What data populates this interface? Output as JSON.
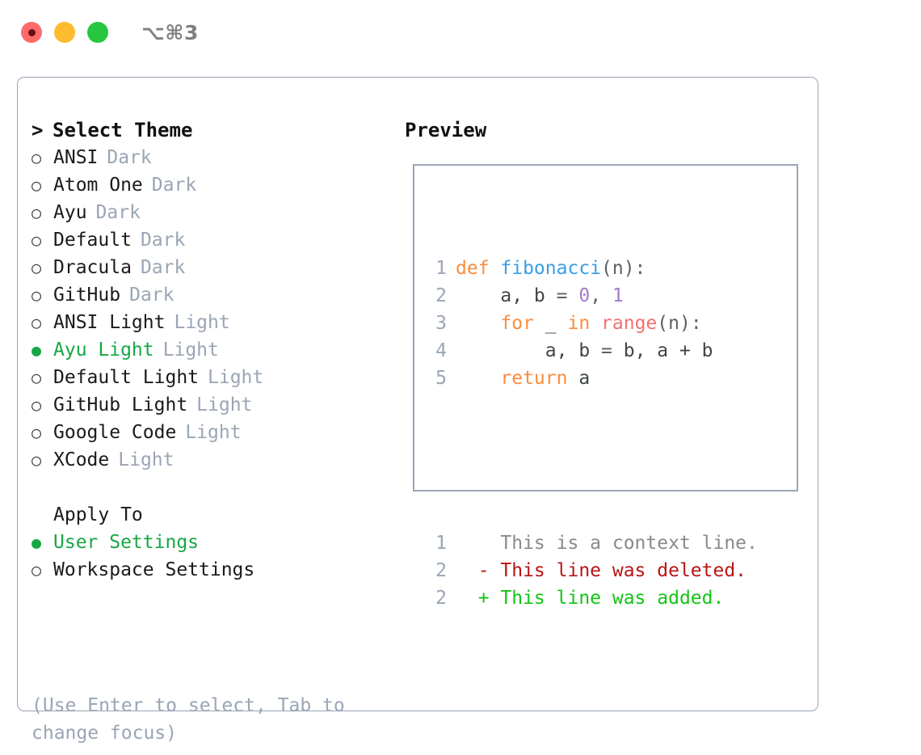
{
  "titlebar": {
    "shortcut": "⌥⌘3",
    "lights": [
      "close-light",
      "minimize-light",
      "maximize-light"
    ]
  },
  "left": {
    "section_title": "Select Theme",
    "caret": ">",
    "themes": [
      {
        "name": "ANSI",
        "tag": "Dark",
        "selected": false
      },
      {
        "name": "Atom One",
        "tag": "Dark",
        "selected": false
      },
      {
        "name": "Ayu",
        "tag": "Dark",
        "selected": false
      },
      {
        "name": "Default",
        "tag": "Dark",
        "selected": false
      },
      {
        "name": "Dracula",
        "tag": "Dark",
        "selected": false
      },
      {
        "name": "GitHub",
        "tag": "Dark",
        "selected": false
      },
      {
        "name": "ANSI Light",
        "tag": "Light",
        "selected": false
      },
      {
        "name": "Ayu Light",
        "tag": "Light",
        "selected": true
      },
      {
        "name": "Default Light",
        "tag": "Light",
        "selected": false
      },
      {
        "name": "GitHub Light",
        "tag": "Light",
        "selected": false
      },
      {
        "name": "Google Code",
        "tag": "Light",
        "selected": false
      },
      {
        "name": "XCode",
        "tag": "Light",
        "selected": false
      }
    ],
    "apply_to_title": "Apply To",
    "apply_to": [
      {
        "name": "User Settings",
        "selected": true
      },
      {
        "name": "Workspace Settings",
        "selected": false
      }
    ],
    "hint": "(Use Enter to select, Tab to change focus)",
    "bullet_selected": "●",
    "bullet_unselected": "○"
  },
  "right": {
    "preview_title": "Preview",
    "code_lines": [
      {
        "n": "1",
        "tokens": [
          {
            "t": "def ",
            "c": "kw"
          },
          {
            "t": "fibonacci",
            "c": "fn"
          },
          {
            "t": "(n):",
            "c": "pn"
          }
        ]
      },
      {
        "n": "2",
        "tokens": [
          {
            "t": "    a, b ",
            "c": "var"
          },
          {
            "t": "= ",
            "c": "pn"
          },
          {
            "t": "0",
            "c": "num"
          },
          {
            "t": ", ",
            "c": "pn"
          },
          {
            "t": "1",
            "c": "num"
          }
        ]
      },
      {
        "n": "3",
        "tokens": [
          {
            "t": "    ",
            "c": "var"
          },
          {
            "t": "for ",
            "c": "kw"
          },
          {
            "t": "_ ",
            "c": "var"
          },
          {
            "t": "in ",
            "c": "kw"
          },
          {
            "t": "range",
            "c": "bi"
          },
          {
            "t": "(n):",
            "c": "pn"
          }
        ]
      },
      {
        "n": "4",
        "tokens": [
          {
            "t": "        a, b ",
            "c": "var"
          },
          {
            "t": "= ",
            "c": "pn"
          },
          {
            "t": "b, a + b",
            "c": "var"
          }
        ]
      },
      {
        "n": "5",
        "tokens": [
          {
            "t": "    ",
            "c": "var"
          },
          {
            "t": "return ",
            "c": "kw"
          },
          {
            "t": "a",
            "c": "var"
          }
        ]
      }
    ],
    "diff_lines": [
      {
        "n": "1",
        "marker": "  ",
        "text": "This is a context line.",
        "kind": "ctx"
      },
      {
        "n": "2",
        "marker": "- ",
        "text": "This line was deleted.",
        "kind": "del"
      },
      {
        "n": "2",
        "marker": "+ ",
        "text": "This line was added.",
        "kind": "add"
      }
    ]
  },
  "colors": {
    "accent_green": "#16a745",
    "muted": "#9aa5b5",
    "keyword": "#fa8d3e",
    "function": "#399ee6",
    "number": "#a37acc",
    "builtin": "#f07171",
    "diff_added": "#13c413",
    "diff_deleted": "#b81414",
    "border": "#9aa5b5"
  }
}
